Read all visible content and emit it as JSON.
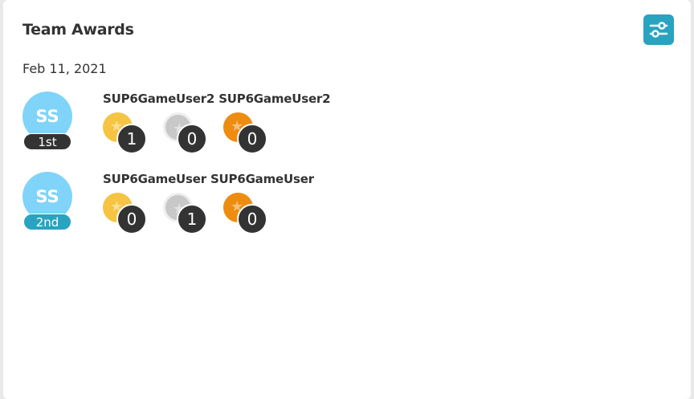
{
  "header": {
    "title": "Team Awards",
    "filter_icon": "sliders-icon"
  },
  "date": "Feb 11, 2021",
  "colors": {
    "accent": "#2aa3c0",
    "avatar": "#80d4fa",
    "gold": "#f6c443",
    "silver": "#c8c8c8",
    "bronze": "#ee8c10",
    "first_badge": "#333333",
    "second_badge": "#2aa3c0"
  },
  "entries": [
    {
      "initials": "SS",
      "rank": "1st",
      "name": "SUP6GameUser2 SUP6GameUser2",
      "gold": "1",
      "silver": "0",
      "bronze": "0"
    },
    {
      "initials": "SS",
      "rank": "2nd",
      "name": "SUP6GameUser SUP6GameUser",
      "gold": "0",
      "silver": "1",
      "bronze": "0"
    }
  ]
}
